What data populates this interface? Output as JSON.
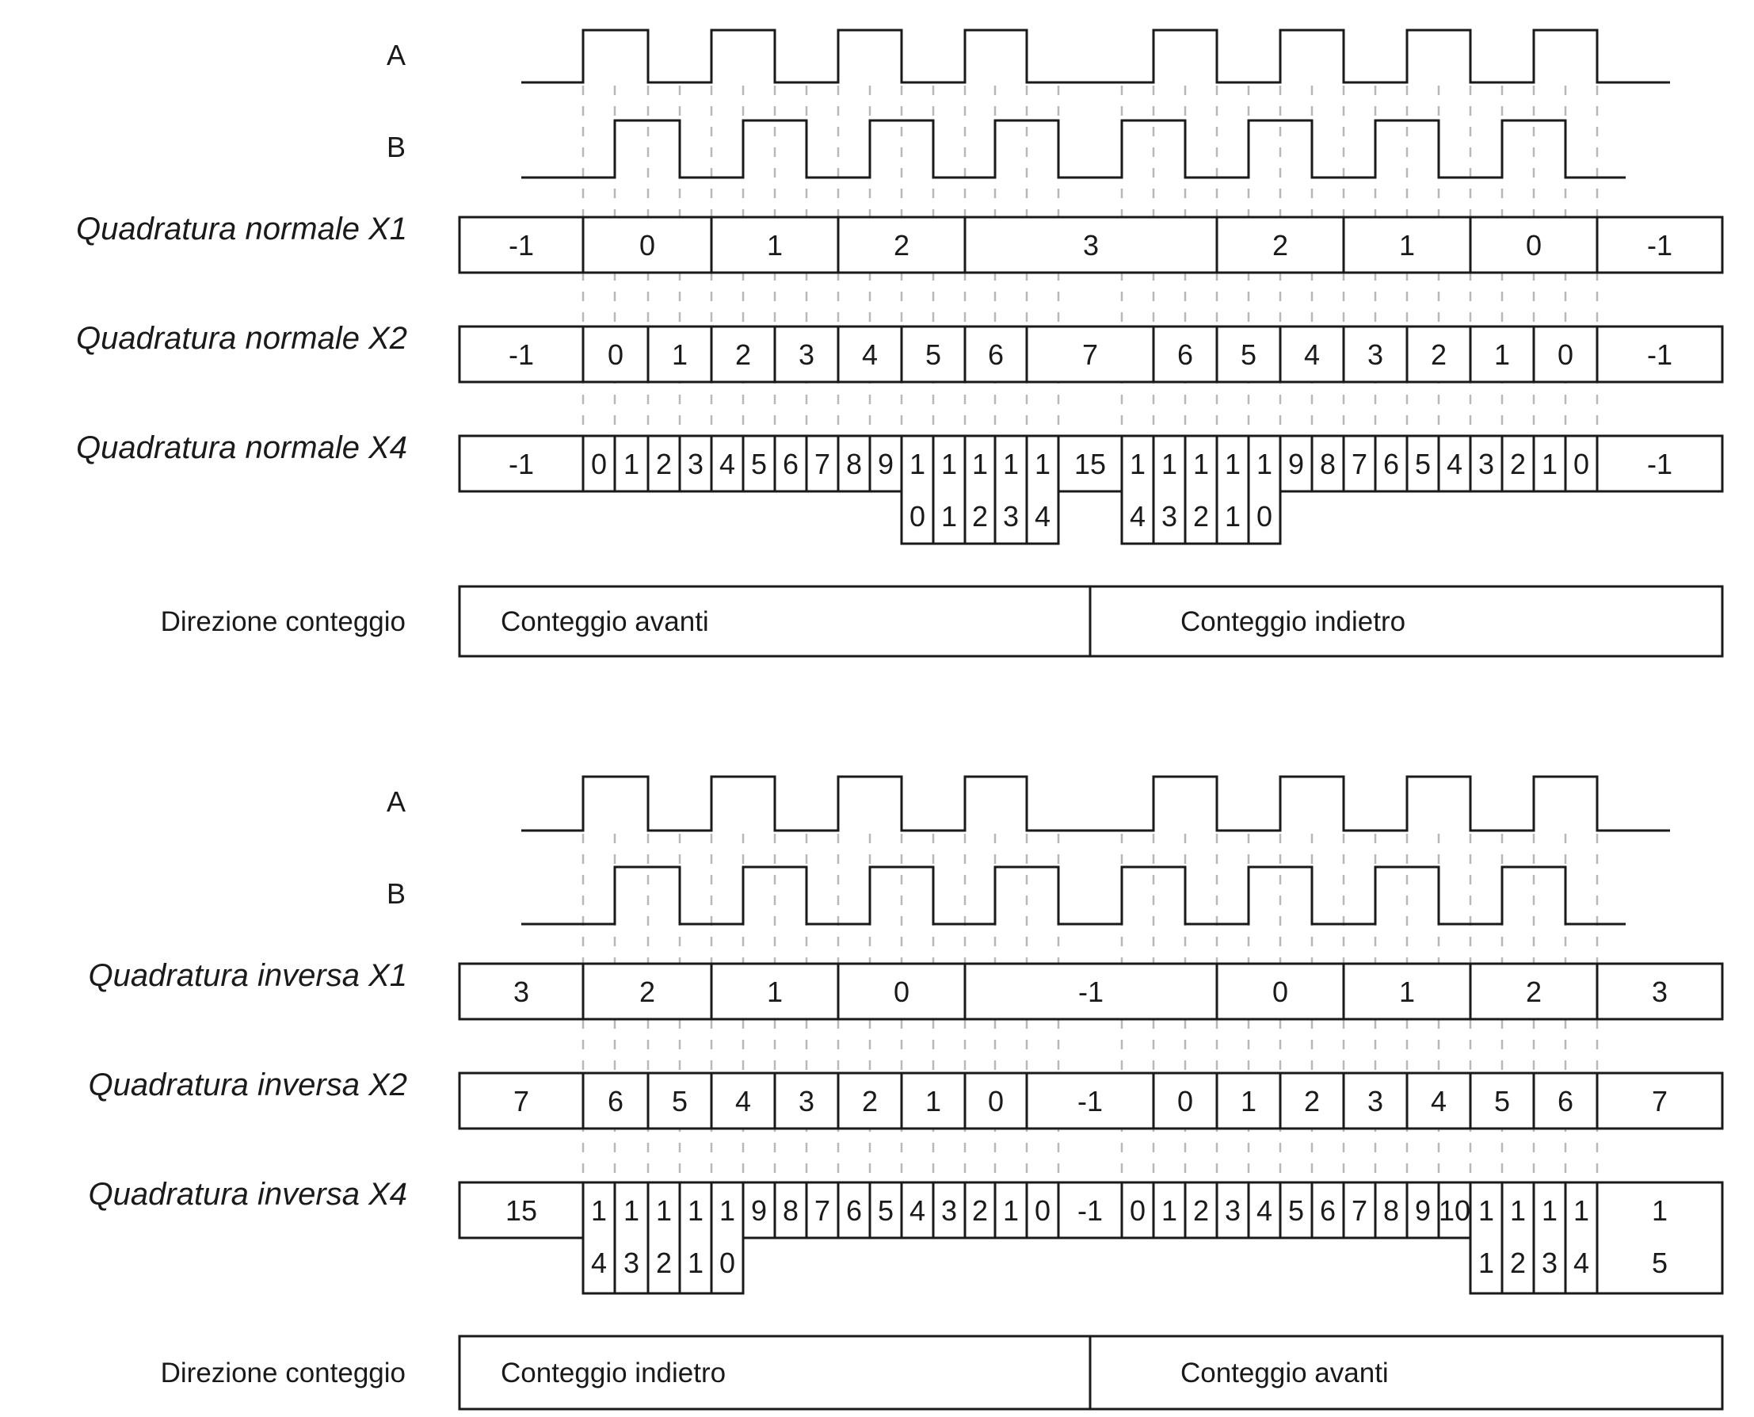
{
  "sections": [
    {
      "id": "normale",
      "signal_a_label": "A",
      "signal_b_label": "B",
      "x1": {
        "label": "Quadratura normale X1",
        "values": [
          "-1",
          "0",
          "1",
          "2",
          "3",
          "2",
          "1",
          "0",
          "-1"
        ]
      },
      "x2": {
        "label": "Quadratura normale X2",
        "values": [
          "-1",
          "0",
          "1",
          "2",
          "3",
          "4",
          "5",
          "6",
          "7",
          "6",
          "5",
          "4",
          "3",
          "2",
          "1",
          "0",
          "-1"
        ]
      },
      "x4": {
        "label": "Quadratura normale X4",
        "values": [
          "-1",
          "0",
          "1",
          "2",
          "3",
          "4",
          "5",
          "6",
          "7",
          "8",
          "9",
          "10",
          "11",
          "12",
          "13",
          "14",
          "15",
          "14",
          "13",
          "12",
          "11",
          "10",
          "9",
          "8",
          "7",
          "6",
          "5",
          "4",
          "3",
          "2",
          "1",
          "0",
          "-1"
        ]
      },
      "direction": {
        "label": "Direzione conteggio",
        "first": "Conteggio avanti",
        "second": "Conteggio indietro"
      }
    },
    {
      "id": "inversa",
      "signal_a_label": "A",
      "signal_b_label": "B",
      "x1": {
        "label": "Quadratura inversa X1",
        "values": [
          "3",
          "2",
          "1",
          "0",
          "-1",
          "0",
          "1",
          "2",
          "3"
        ]
      },
      "x2": {
        "label": "Quadratura inversa X2",
        "values": [
          "7",
          "6",
          "5",
          "4",
          "3",
          "2",
          "1",
          "0",
          "-1",
          "0",
          "1",
          "2",
          "3",
          "4",
          "5",
          "6",
          "7"
        ]
      },
      "x4": {
        "label": "Quadratura inversa X4",
        "values": [
          "15",
          "14",
          "13",
          "12",
          "11",
          "10",
          "9",
          "8",
          "7",
          "6",
          "5",
          "4",
          "3",
          "2",
          "1",
          "0",
          "-1",
          "0",
          "1",
          "2",
          "3",
          "4",
          "5",
          "6",
          "7",
          "8",
          "9",
          "10",
          "11",
          "12",
          "13",
          "14",
          "15"
        ]
      },
      "direction": {
        "label": "Direzione conteggio",
        "first": "Conteggio indietro",
        "second": "Conteggio avanti"
      }
    }
  ]
}
